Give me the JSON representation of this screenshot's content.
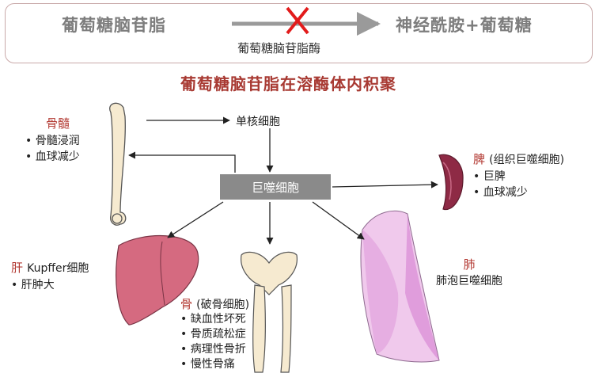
{
  "top": {
    "left_text": "葡萄糖脑苷脂",
    "right_text": "神经酰胺+葡萄糖",
    "enzyme_label": "葡萄糖脑苷脂酶"
  },
  "title": "葡萄糖脑苷脂在溶酶体内积聚",
  "center": {
    "macrophage": "巨噬细胞",
    "monocyte": "单核细胞"
  },
  "bone_marrow": {
    "name": "骨髓",
    "items": [
      "骨髓浸润",
      "血球减少"
    ]
  },
  "spleen": {
    "name": "脾",
    "note": "(组织巨噬细胞)",
    "items": [
      "巨脾",
      "血球减少"
    ]
  },
  "liver": {
    "name": "肝",
    "note": "Kupffer细胞",
    "items": [
      "肝肿大"
    ]
  },
  "lung": {
    "name": "肺",
    "note": "肺泡巨噬细胞"
  },
  "bone": {
    "name": "骨",
    "note": "(破骨细胞)",
    "items": [
      "缺血性坏死",
      "骨质疏松症",
      "病理性骨折",
      "慢性骨痛"
    ]
  }
}
